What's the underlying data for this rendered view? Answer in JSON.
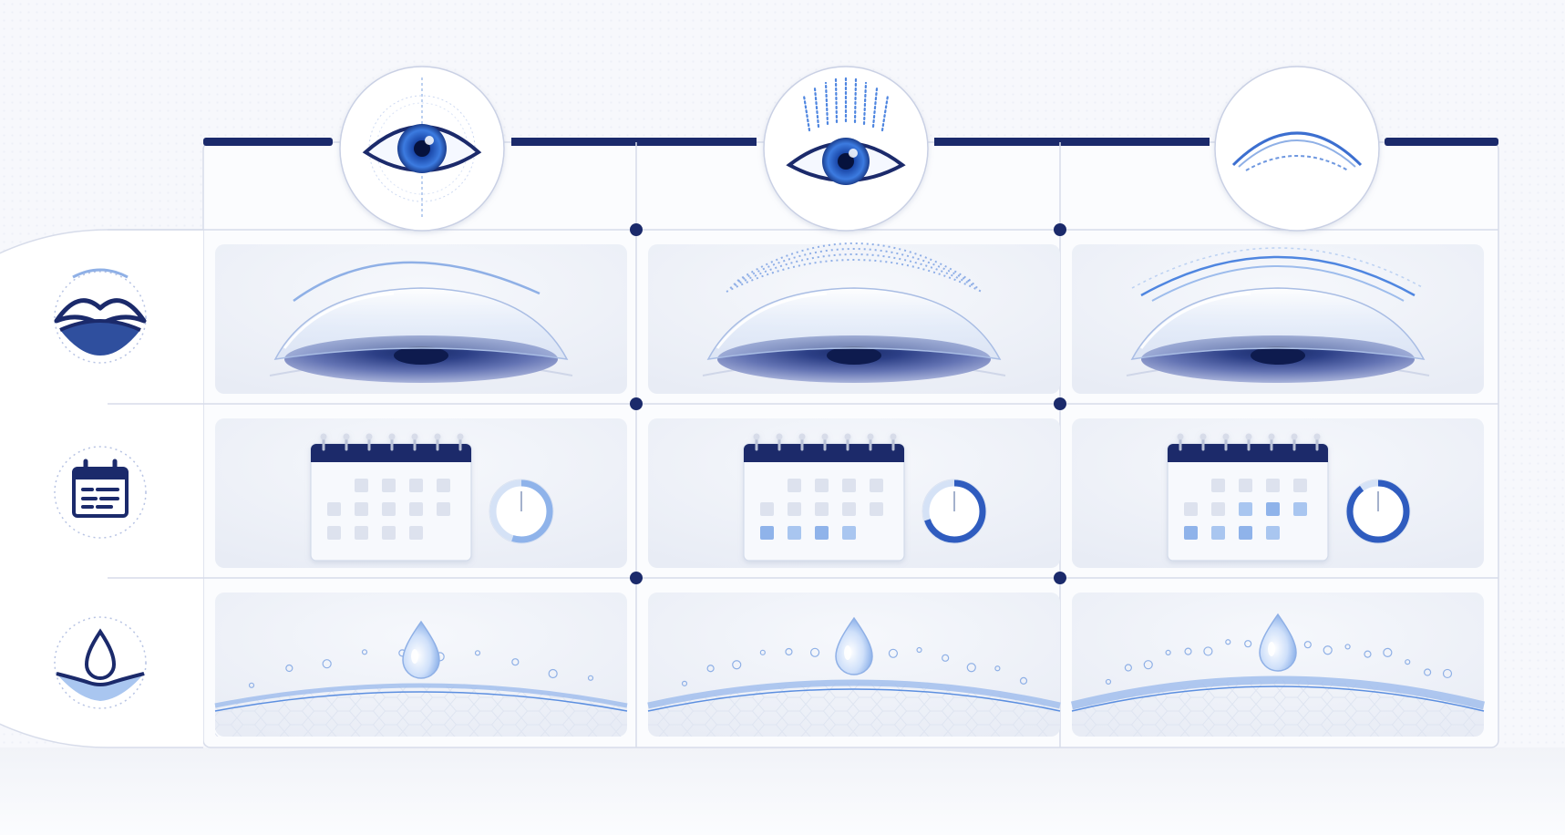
{
  "colors": {
    "navy": "#1b2a6b",
    "brand_blue": "#2f63c9",
    "light_blue": "#9dbcec",
    "panel": "#eef1f8",
    "frame": "#d7dcea",
    "background": "#f7f8fc"
  },
  "columns": [
    {
      "header_icon": "eye-alignment-icon",
      "calendar_highlighted_cells": 0,
      "timer_fill": 0.55,
      "arc_style": "solid"
    },
    {
      "header_icon": "eye-lashes-icon",
      "calendar_highlighted_cells": 4,
      "timer_fill": 0.7,
      "arc_style": "dotted"
    },
    {
      "header_icon": "curved-lens-icon",
      "calendar_highlighted_cells": 7,
      "timer_fill": 0.9,
      "arc_style": "double"
    }
  ],
  "rows": [
    {
      "icon": "eyelid-lens-icon"
    },
    {
      "icon": "calendar-icon"
    },
    {
      "icon": "water-drop-icon"
    }
  ]
}
